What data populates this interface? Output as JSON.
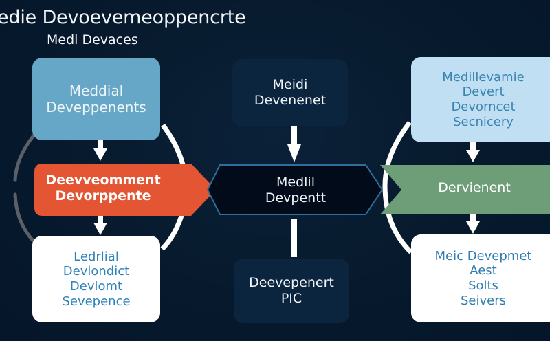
{
  "diagram": {
    "title": "edie Devoevemeoppencrte",
    "subtitle": "Medl Devaces",
    "colors": {
      "background": "#071a2d",
      "blue": "#66a6c6",
      "light_blue": "#c0dff2",
      "orange": "#e35533",
      "green": "#6d9e78",
      "navy": "#0c253f",
      "white": "#ffffff"
    },
    "left_column": {
      "top": {
        "lines": [
          "Meddial",
          "Deveppenents"
        ]
      },
      "middle": {
        "lines": [
          "Deevveomment",
          "Devorppente"
        ]
      },
      "bottom": {
        "lines": [
          "Ledrlial",
          "Devlondict",
          "Devlomt",
          "Sevepence"
        ]
      }
    },
    "center_column": {
      "top": {
        "lines": [
          "Meidi",
          "Devenenet"
        ]
      },
      "middle": {
        "lines": [
          "Medlil",
          "Devpentt"
        ]
      },
      "bottom": {
        "lines": [
          "Deevepenert",
          "PIC"
        ]
      }
    },
    "right_column": {
      "top": {
        "lines": [
          "Medillevamie",
          "Devert",
          "Devorncet",
          "Secnicery"
        ]
      },
      "middle": {
        "lines": [
          "Dervienent"
        ]
      },
      "bottom": {
        "lines": [
          "Meic Devepmet",
          "Aest",
          "Solts",
          "Seivers"
        ]
      }
    }
  }
}
